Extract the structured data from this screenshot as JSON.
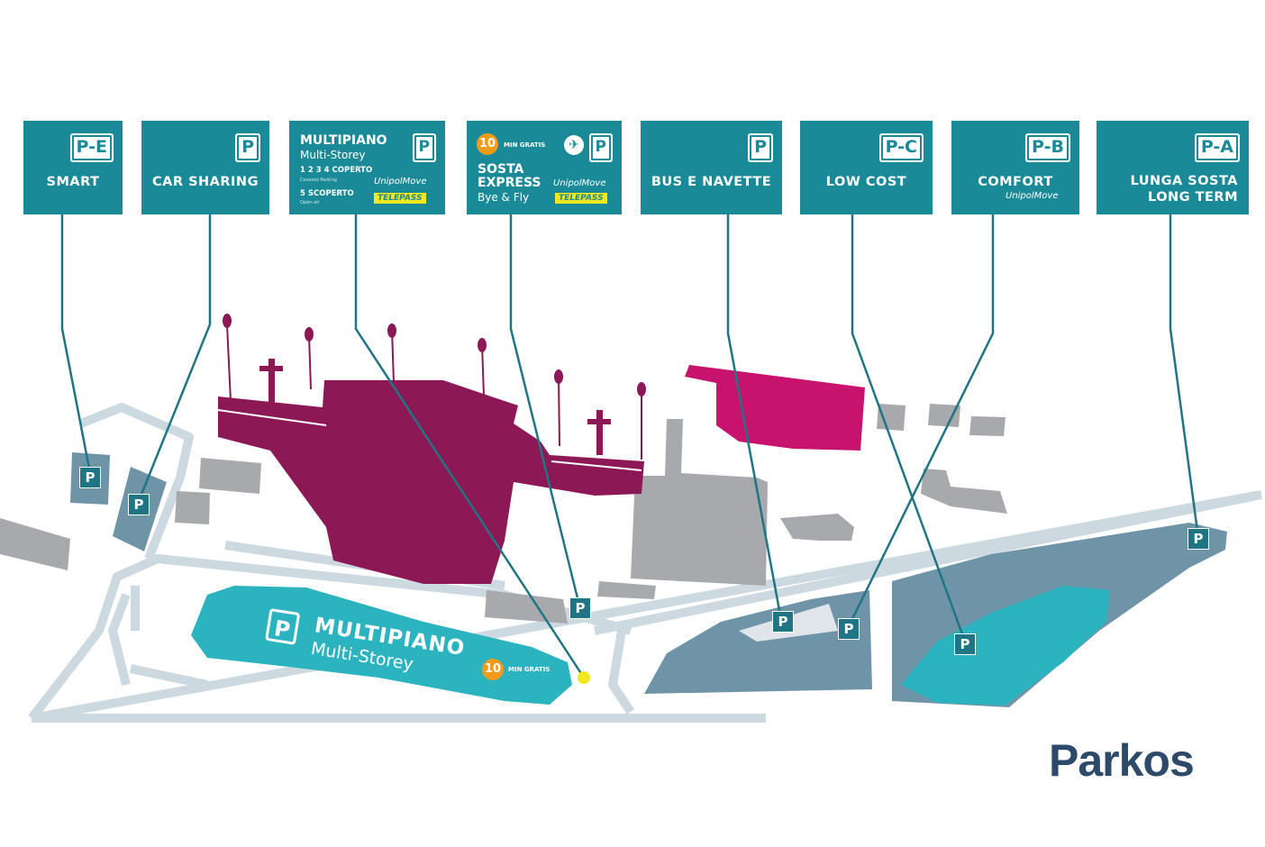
{
  "signs": [
    {
      "code": "P-E",
      "label": "SMART"
    },
    {
      "code": "P",
      "label": "CAR SHARING"
    },
    {
      "code": "P",
      "title": "MULTIPIANO",
      "subtitle": "Multi-Storey",
      "covered": "1 2 3 4 COPERTO",
      "covered_en": "Covered Parking",
      "open": "5 SCOPERTO",
      "open_en": "Open-air",
      "unipol": "UnipolMove",
      "telepass": "TELEPASS"
    },
    {
      "code": "P",
      "gratis_num": "10",
      "gratis_text": "MIN GRATIS",
      "title1": "SOSTA",
      "title2": "EXPRESS",
      "subtitle": "Bye & Fly",
      "unipol": "UnipolMove",
      "telepass": "TELEPASS"
    },
    {
      "code": "P",
      "label": "BUS E NAVETTE"
    },
    {
      "code": "P-C",
      "label": "LOW COST"
    },
    {
      "code": "P-B",
      "label": "COMFORT",
      "unipol": "UnipolMove"
    },
    {
      "code": "P-A",
      "label1": "LUNGA SOSTA",
      "label2": "LONG TERM"
    }
  ],
  "multipiano_area": {
    "title": "MULTIPIANO",
    "subtitle": "Multi-Storey",
    "gratis_num": "10",
    "gratis_text": "MIN GRATIS",
    "icon": "P"
  },
  "markers": {
    "p": "P"
  },
  "brand": "Parkos",
  "colors": {
    "teal": "#1a8a98",
    "terminal": "#8c1856",
    "magenta": "#c8136e",
    "building_gray": "#a7a9ac",
    "road": "#cdd9e0",
    "zone_blue": "#6f94a8",
    "orange": "#f29b1b",
    "yellow": "#f2e81d"
  }
}
